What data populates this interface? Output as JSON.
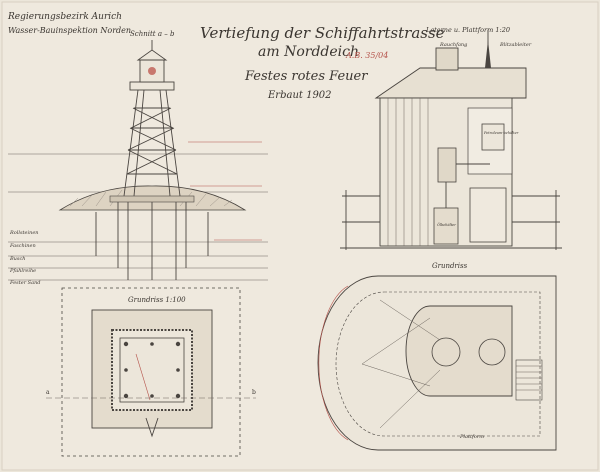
{
  "header": {
    "authority_line1": "Regierungsbezirk Aurich",
    "authority_line2": "Wasser-Bauinspektion Norden",
    "title_line1": "Vertiefung der Schiffahrtstrasse",
    "title_line2": "am Norddeich",
    "subtitle": "Festes rotes Feuer",
    "built": "Erbaut 1902",
    "stamp": "A.B. 35/04"
  },
  "views": {
    "section_label": "Schnitt a – b",
    "lantern_label": "Laterne u. Plattform 1:20",
    "plan_left_label": "Grundriss 1:100",
    "plan_right_label": "Grundriss",
    "label_a": "a",
    "label_b": "b"
  },
  "section_notes": [
    "Rollsteinen",
    "Faschinen",
    "Busch",
    "Pfahlreihe",
    "Fester Sand"
  ],
  "lantern_notes": {
    "left": "Rauchfang",
    "right": "Blitzableiter",
    "lamp": "Petroleum-behälter",
    "oil": "Ölbehälter",
    "platform": "Plattform"
  }
}
